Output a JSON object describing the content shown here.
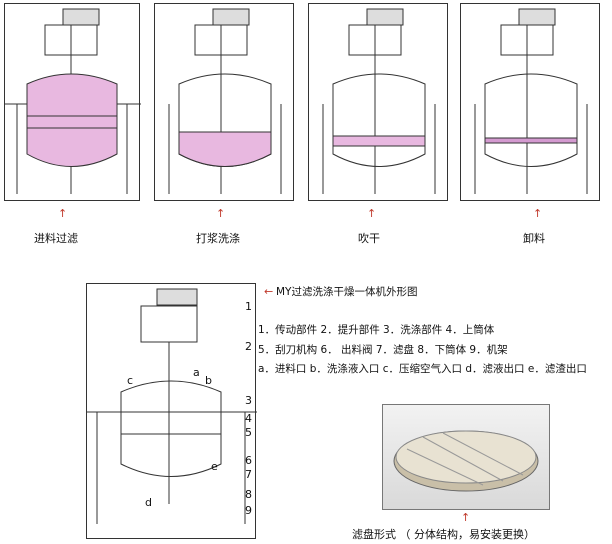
{
  "stages": [
    {
      "label": "进料过滤"
    },
    {
      "label": "打浆洗涤"
    },
    {
      "label": "吹干"
    },
    {
      "label": "卸料"
    }
  ],
  "main_title": "MY过滤洗涤干燥一体机外形图",
  "legend": {
    "line1": "1．传动部件 2．提升部件 3．洗涤部件 4．上筒体",
    "line2": "5．刮刀机构 6． 出料阀 7．滤盘 8．下筒体 9．机架",
    "line3": "a．进料口 b．洗涤液入口 c．压缩空气入口 d．滤液出口 e．滤渣出口"
  },
  "part_numbers": [
    "1",
    "2",
    "3",
    "4",
    "5",
    "6",
    "7",
    "8",
    "9"
  ],
  "port_letters": [
    "a",
    "b",
    "c",
    "d",
    "e"
  ],
  "photo_caption": "滤盘形式 （ 分体结构，易安装更换）",
  "arrow_glyph": "↑",
  "title_arrow_glyph": "←",
  "colors": {
    "accent": "#c0392b",
    "fill": "#e8b8e0",
    "line": "#333333"
  }
}
